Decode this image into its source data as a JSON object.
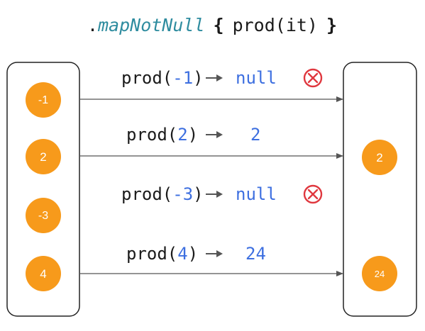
{
  "title": {
    "dot": ".",
    "method": "mapNotNull",
    "open_brace": "{",
    "body": "prod(it)",
    "close_brace": "}"
  },
  "colors": {
    "circle_fill": "#F79A1B",
    "number_blue": "#3D6FE0",
    "method_teal": "#2E8C9F",
    "reject_red": "#E0383F",
    "text_dark": "#1A1A1A",
    "arrow_gray": "#555555"
  },
  "inputs": [
    "-1",
    "2",
    "-3",
    "4"
  ],
  "outputs": [
    "2",
    "24"
  ],
  "calls": [
    {
      "prefix": "prod(",
      "arg": "-1",
      "suffix": ")",
      "result": "null",
      "rejected": true
    },
    {
      "prefix": "prod(",
      "arg": "2",
      "suffix": ")",
      "result": "2",
      "rejected": false
    },
    {
      "prefix": "prod(",
      "arg": "-3",
      "suffix": ")",
      "result": "null",
      "rejected": true
    },
    {
      "prefix": "prod(",
      "arg": "4",
      "suffix": ")",
      "result": "24",
      "rejected": false
    }
  ],
  "icons": {
    "reject": "circle-x-icon",
    "small_arrow": "arrow-right-icon"
  }
}
